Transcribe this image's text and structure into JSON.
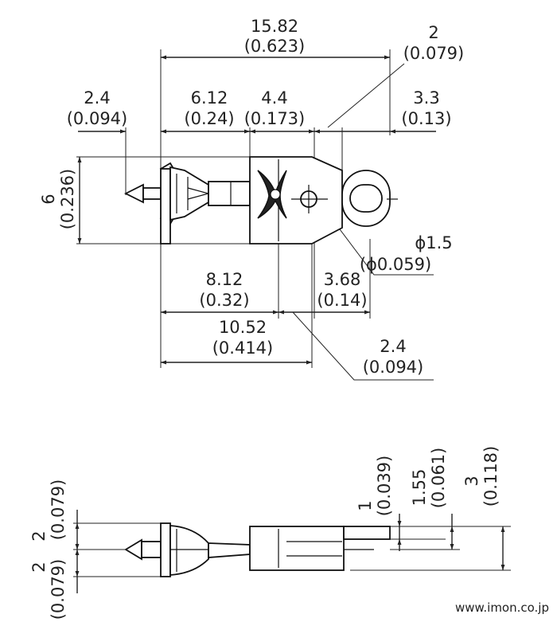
{
  "top_view": {
    "dims": {
      "overall_length": {
        "value": "15.82",
        "inch": "(0.623)"
      },
      "ring_width": {
        "value": "2",
        "inch": "(0.079)"
      },
      "tip_length": {
        "value": "2.4",
        "inch": "(0.094)"
      },
      "head_length": {
        "value": "6.12",
        "inch": "(0.24)"
      },
      "body_length": {
        "value": "4.4",
        "inch": "(0.173)"
      },
      "ring_length": {
        "value": "3.3",
        "inch": "(0.13)"
      },
      "width": {
        "value": "6",
        "inch": "(0.236)"
      },
      "hole_dia": {
        "value": "ϕ1.5",
        "inch": "(ϕ0.059)"
      },
      "to_wing": {
        "value": "8.12",
        "inch": "(0.32)"
      },
      "wing_to_hole": {
        "value": "3.68",
        "inch": "(0.14)"
      },
      "to_body_end": {
        "value": "10.52",
        "inch": "(0.414)"
      },
      "neck_gap": {
        "value": "2.4",
        "inch": "(0.094)"
      }
    }
  },
  "side_view": {
    "dims": {
      "tab_thickness": {
        "value": "1",
        "inch": "(0.039)"
      },
      "tab_offset": {
        "value": "1.55",
        "inch": "(0.061)"
      },
      "total_height": {
        "value": "3",
        "inch": "(0.118)"
      },
      "upper_half": {
        "value": "2",
        "inch": "(0.079)"
      },
      "lower_half": {
        "value": "2",
        "inch": "(0.079)"
      }
    }
  },
  "watermark": "www.imon.co.jp"
}
